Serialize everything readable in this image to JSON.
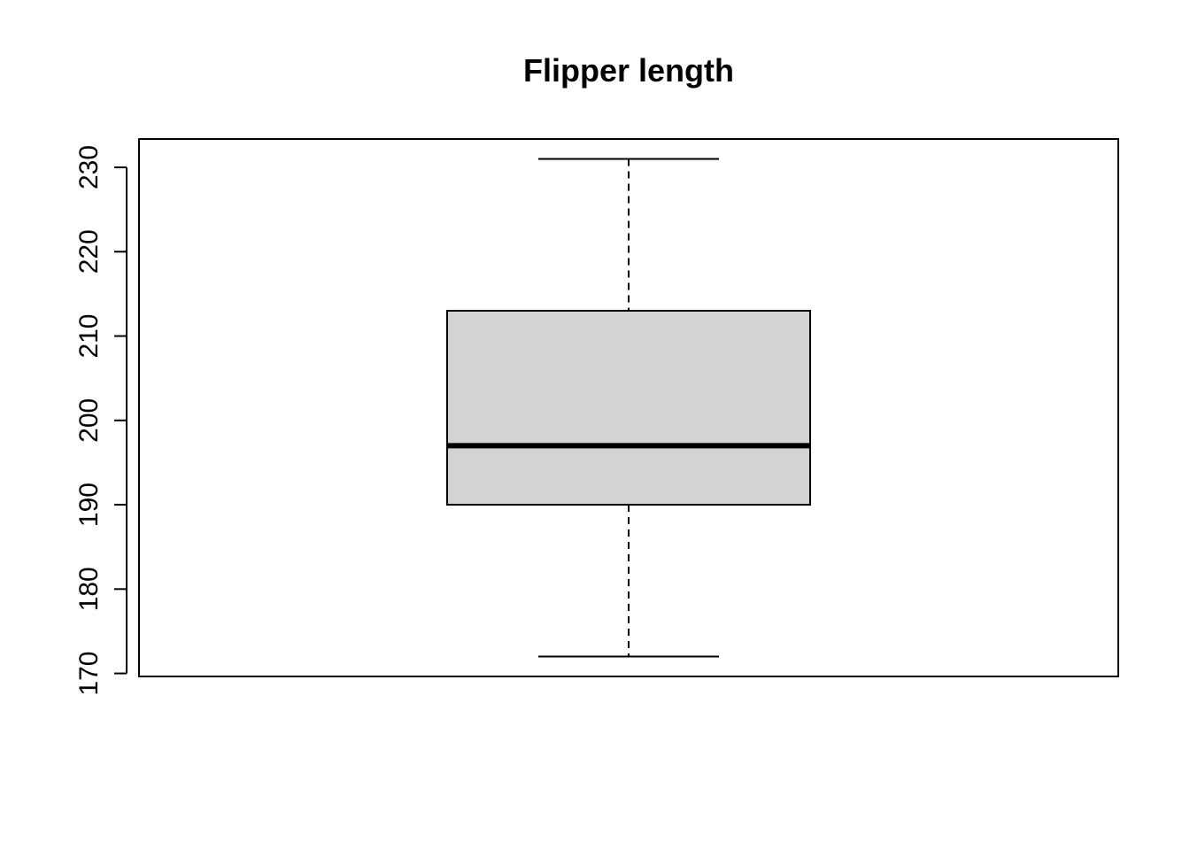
{
  "chart_data": {
    "type": "boxplot",
    "title": "Flipper length",
    "xlabel": "",
    "ylabel": "",
    "ylim": [
      169.64,
      233.36
    ],
    "yticks": [
      170,
      180,
      190,
      200,
      210,
      220,
      230
    ],
    "grid": false,
    "box": {
      "min": 172,
      "q1": 190,
      "median": 197,
      "q3": 213,
      "max": 231
    },
    "colors": {
      "box_fill": "#d3d3d3",
      "stroke": "#000000"
    }
  }
}
